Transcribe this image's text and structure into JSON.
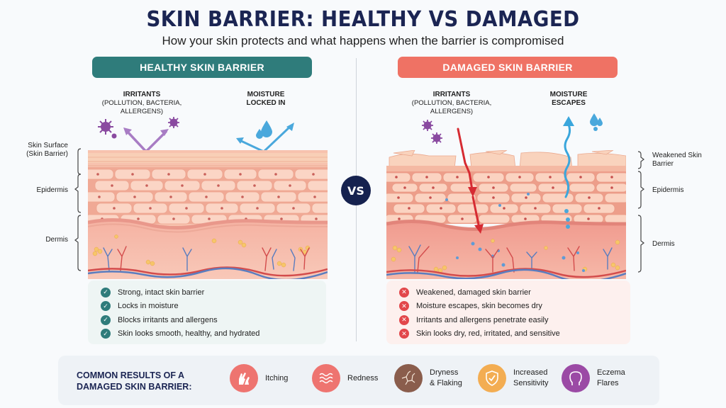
{
  "header": {
    "title": "SKIN BARRIER: HEALTHY VS DAMAGED",
    "subtitle": "How your skin protects and what happens when the barrier is compromised"
  },
  "vs_label": "VS",
  "healthy": {
    "heading": "HEALTHY SKIN BARRIER",
    "color": "#2f7c7b",
    "irritants": {
      "title": "IRRITANTS",
      "detail_1": "(POLLUTION, BACTERIA,",
      "detail_2": "ALLERGENS)"
    },
    "moisture": {
      "line_1": "MOISTURE",
      "line_2": "LOCKED IN"
    },
    "layer_labels": {
      "surface_1": "Skin Surface",
      "surface_2": "(Skin Barrier)",
      "epidermis": "Epidermis",
      "dermis": "Dermis"
    },
    "points": [
      "Strong, intact skin barrier",
      "Locks in moisture",
      "Blocks irritants and allergens",
      "Skin looks smooth, healthy, and hydrated"
    ],
    "point_icon": "check-icon"
  },
  "damaged": {
    "heading": "DAMAGED SKIN BARRIER",
    "color": "#ef7264",
    "irritants": {
      "title": "IRRITANTS",
      "detail_1": "(POLLUTION, BACTERIA,",
      "detail_2": "ALLERGENS)"
    },
    "moisture": {
      "line_1": "MOISTURE",
      "line_2": "ESCAPES"
    },
    "layer_labels": {
      "surface_1": "Weakened Skin",
      "surface_2": "Barrier",
      "epidermis": "Epidermis",
      "dermis": "Dermis"
    },
    "points": [
      "Weakened, damaged skin barrier",
      "Moisture escapes, skin becomes dry",
      "Irritants and allergens penetrate easily",
      "Skin looks dry, red, irritated, and sensitive"
    ],
    "point_icon": "x-icon"
  },
  "results": {
    "title_1": "COMMON RESULTS OF A",
    "title_2": "DAMAGED SKIN BARRIER:",
    "items": [
      {
        "label_1": "Itching",
        "label_2": "",
        "icon": "hands-scratching-icon",
        "color": "#ee7470"
      },
      {
        "label_1": "Redness",
        "label_2": "",
        "icon": "waves-icon",
        "color": "#ee7470"
      },
      {
        "label_1": "Dryness",
        "label_2": "& Flaking",
        "icon": "cracked-skin-icon",
        "color": "#8a5d4c"
      },
      {
        "label_1": "Increased",
        "label_2": "Sensitivity",
        "icon": "shield-check-icon",
        "color": "#f3ad52"
      },
      {
        "label_1": "Eczema",
        "label_2": "Flares",
        "icon": "head-profile-icon",
        "color": "#9b4aa5"
      }
    ]
  }
}
